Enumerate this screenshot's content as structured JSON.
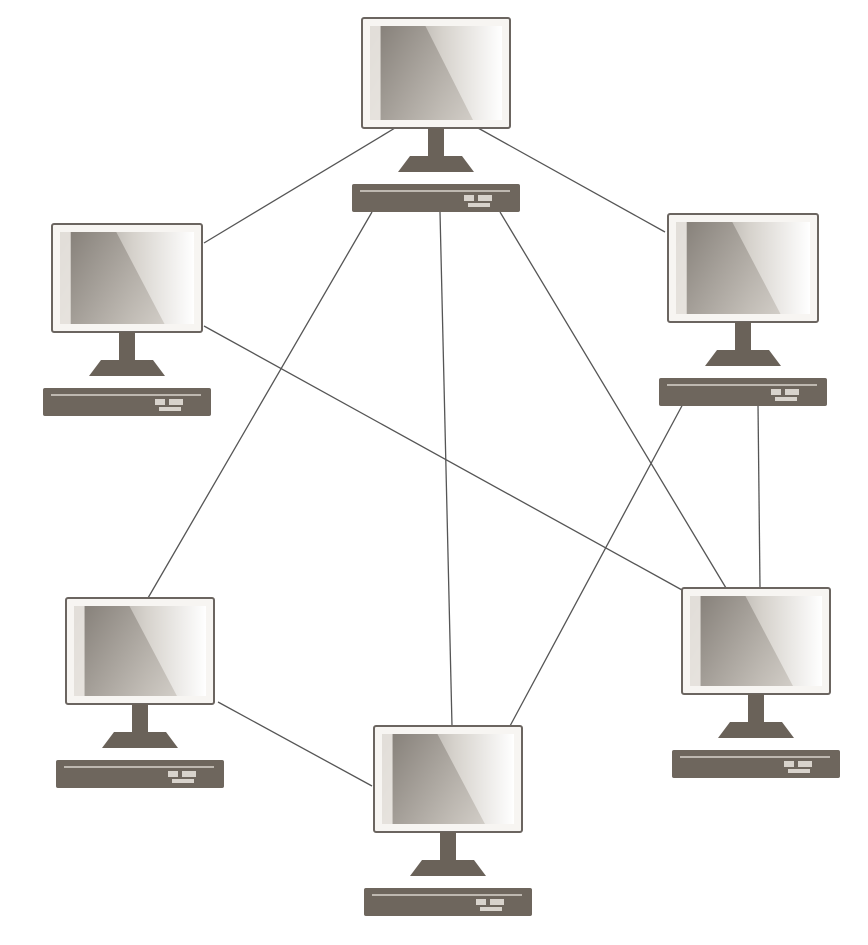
{
  "diagram": {
    "type": "mesh-network",
    "colors": {
      "link": "#555555",
      "device": "#6a6259",
      "screen_frame": "#f7f5f2"
    },
    "nodes": [
      {
        "id": "pc-top",
        "icon": "desktop-computer-icon"
      },
      {
        "id": "pc-upper-left",
        "icon": "desktop-computer-icon"
      },
      {
        "id": "pc-upper-right",
        "icon": "desktop-computer-icon"
      },
      {
        "id": "pc-lower-left",
        "icon": "desktop-computer-icon"
      },
      {
        "id": "pc-lower-right",
        "icon": "desktop-computer-icon"
      },
      {
        "id": "pc-bottom",
        "icon": "desktop-computer-icon"
      }
    ],
    "links": [
      [
        "pc-top",
        "pc-upper-left"
      ],
      [
        "pc-top",
        "pc-upper-right"
      ],
      [
        "pc-top",
        "pc-lower-left"
      ],
      [
        "pc-top",
        "pc-bottom"
      ],
      [
        "pc-top",
        "pc-lower-right"
      ],
      [
        "pc-upper-left",
        "pc-lower-right"
      ],
      [
        "pc-upper-right",
        "pc-bottom"
      ],
      [
        "pc-upper-right",
        "pc-lower-right"
      ],
      [
        "pc-lower-left",
        "pc-bottom"
      ]
    ]
  }
}
